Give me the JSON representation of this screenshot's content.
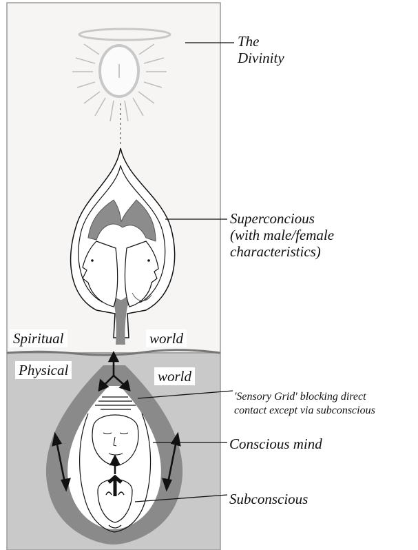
{
  "labels": {
    "divinity": [
      "The",
      "Divinity"
    ],
    "superconscious": [
      "Superconcious",
      "(with male/female",
      "characteristics)"
    ],
    "sensory_grid": [
      "'Sensory Grid' blocking direct",
      "contact except via subconscious"
    ],
    "conscious": "Conscious mind",
    "subconscious": "Subconscious"
  },
  "worlds": {
    "spiritual": "Spiritual",
    "spiritual_world": "world",
    "physical": "Physical",
    "physical_world": "world"
  },
  "colors": {
    "spiritual_bg": "#f6f5f4",
    "physical_bg": "#c9c9c9",
    "loop": "#8a8a8a",
    "halo": "#c8c8c8",
    "line": "#111111"
  }
}
